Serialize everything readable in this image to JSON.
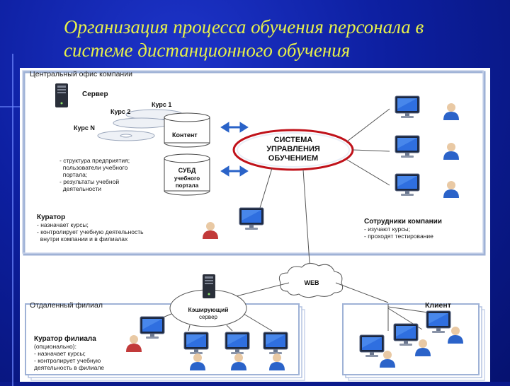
{
  "slide": {
    "title_line1": "Организация процесса обучения персонала в",
    "title_line2": "системе дистанционного обучения"
  },
  "central_office": {
    "label": "Центральный офис компании",
    "server_label": "Сервер",
    "course1": "Курс 1",
    "course2": "Курс 2",
    "courseN": "Курс N",
    "content_label": "Контент",
    "dbms_line1": "СУБД",
    "dbms_line2": "учебного",
    "dbms_line3": "портала",
    "notes": [
      "- структура предприятия;",
      "  пользователи учебного",
      "  портала;",
      "- результаты учебной",
      "  деятельности"
    ],
    "curator_title": "Куратор",
    "curator_lines": [
      "- назначает курсы;",
      "- контролирует учебную деятельность",
      "  внутри компании и в филиалах"
    ]
  },
  "lms": {
    "line1": "СИСТЕМА",
    "line2": "УПРАВЛЕНИЯ",
    "line3": "ОБУЧЕНИЕМ"
  },
  "employees": {
    "title": "Сотрудники компании",
    "lines": [
      "- изучают курсы;",
      "- проходят тестирование"
    ]
  },
  "web_label": "WEB",
  "branch": {
    "label": "Отдаленный филиал",
    "cache_line1": "Кэширующий",
    "cache_line2": "сервер",
    "curator_title": "Куратор филиала",
    "curator_lines": [
      "(опционально):",
      "- назначает курсы;",
      "- контролирует учебную",
      "деятельность в филиале"
    ]
  },
  "client": {
    "label": "Клиент"
  },
  "colors": {
    "background": "#0b1a8c",
    "title": "#e6f04a",
    "panel_border": "#9fb2d6",
    "lms_ring": "#c0121a",
    "arrow": "#2a63c8",
    "person_blue": "#2b63c9",
    "person_red": "#c23a3a"
  }
}
